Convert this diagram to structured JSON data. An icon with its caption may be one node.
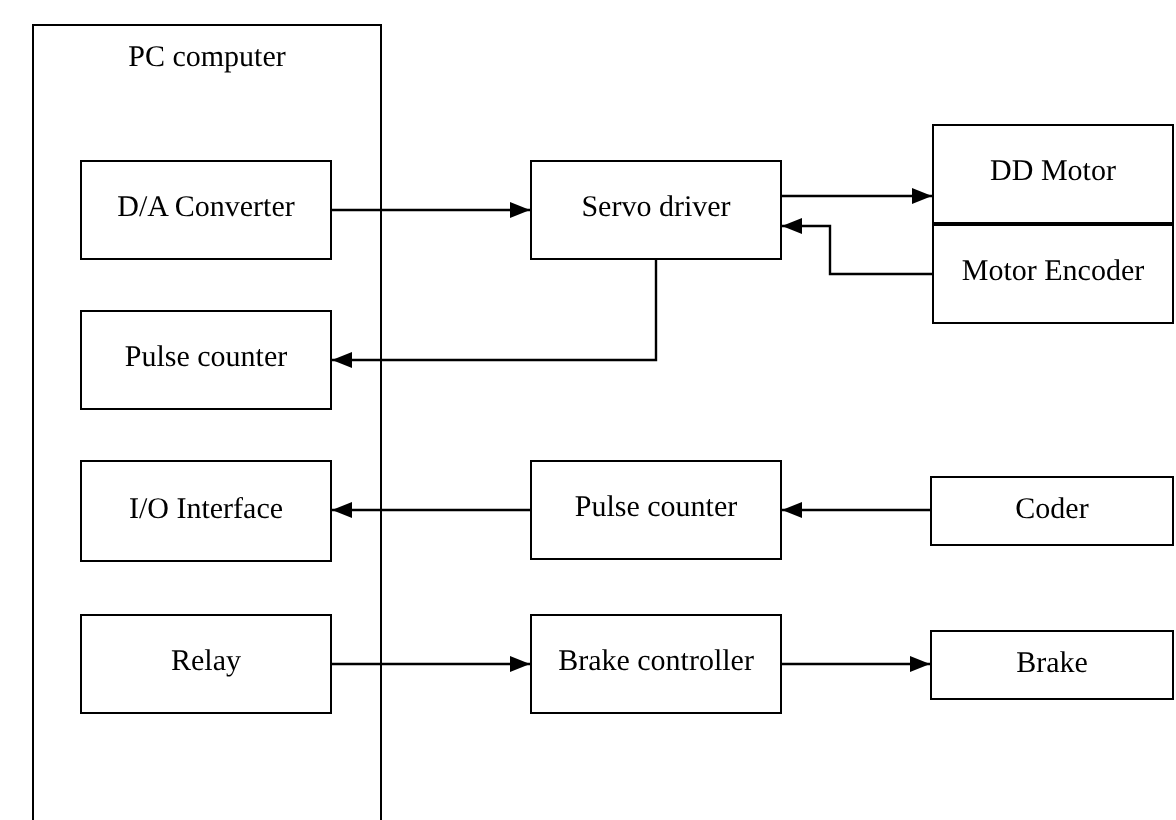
{
  "diagram": {
    "nodes": [
      {
        "text": [
          "PC computer"
        ]
      },
      {
        "text": [
          "D/A Converter"
        ],
        "in": 0
      },
      {
        "text": [
          "Pulse counter"
        ],
        "in": 0
      },
      {
        "text": [
          "I/O Interface"
        ],
        "in": 0
      },
      {
        "text": [
          "Relay"
        ],
        "in": 0
      },
      {
        "text": [
          "Servo driver"
        ]
      },
      {
        "text": [
          "DD Motor"
        ]
      },
      {
        "text": [
          "Motor Encoder"
        ]
      },
      {
        "text": [
          "Pulse counter"
        ]
      },
      {
        "text": [
          "Coder"
        ]
      },
      {
        "text": [
          "Brake controller"
        ]
      },
      {
        "text": [
          "Brake"
        ]
      }
    ],
    "edges": [
      {
        "from": 1,
        "to": 5,
        "arrow": "to"
      },
      {
        "from": 5,
        "to": 6,
        "arrow": "to"
      },
      {
        "from": 7,
        "to": 5,
        "arrow": "to"
      },
      {
        "from": 5,
        "to": 2,
        "arrow": "to"
      },
      {
        "from": 9,
        "to": 8,
        "arrow": "to"
      },
      {
        "from": 8,
        "to": 3,
        "arrow": "to"
      },
      {
        "from": 4,
        "to": 10,
        "arrow": "to"
      },
      {
        "from": 10,
        "to": 11,
        "arrow": "to"
      }
    ]
  }
}
